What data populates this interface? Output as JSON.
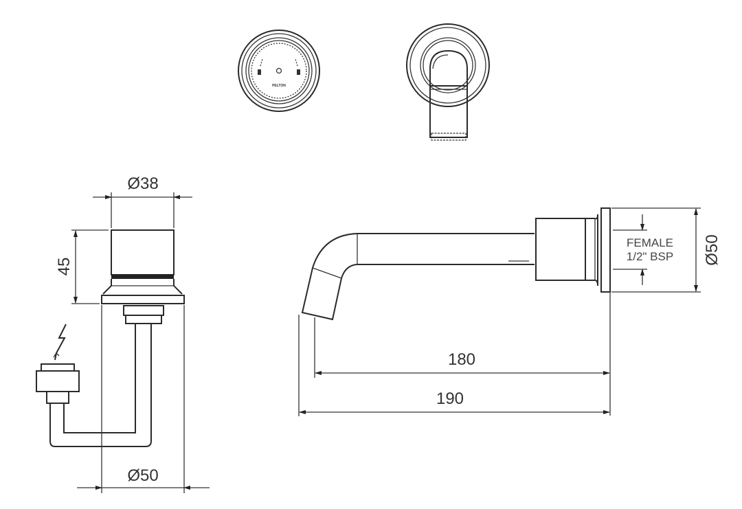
{
  "drawing": {
    "logo_text": "PELTON",
    "dimensions": {
      "handle_diameter": "Ø38",
      "handle_height": "45",
      "base_diameter_left": "Ø50",
      "spout_projection_short": "180",
      "spout_projection_long": "190",
      "flange_diameter_right": "Ø50"
    },
    "connection_note": {
      "line1": "FEMALE",
      "line2": "1/2\" BSP"
    }
  }
}
